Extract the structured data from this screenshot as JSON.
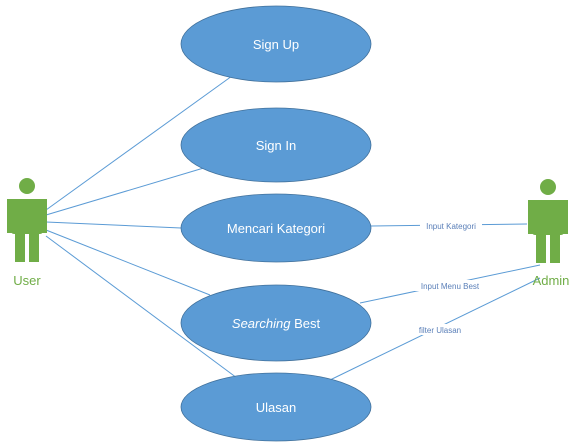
{
  "actors": [
    {
      "id": "user",
      "label": "User",
      "color": "#70ad47"
    },
    {
      "id": "admin",
      "label": "Admin",
      "color": "#70ad47"
    }
  ],
  "use_cases": [
    {
      "id": "signup",
      "label": "Sign Up"
    },
    {
      "id": "signin",
      "label": "Sign In"
    },
    {
      "id": "kategori",
      "label": "Mencari Kategori"
    },
    {
      "id": "searching",
      "label_italic": "Searching",
      "label_rest": " Best"
    },
    {
      "id": "ulasan",
      "label": "Ulasan"
    }
  ],
  "relations": [
    {
      "id": "input-kategori",
      "label": "Input Kategori"
    },
    {
      "id": "input-menu-best",
      "label": "Input Menu Best"
    },
    {
      "id": "filter-ulasan",
      "label": "filter Ulasan"
    }
  ],
  "colors": {
    "usecase_fill": "#5b9bd5",
    "usecase_stroke": "#41719c",
    "line": "#5b9bd5",
    "actor": "#70ad47",
    "usecase_text": "#ffffff",
    "relation_text": "#5a7fb8"
  }
}
